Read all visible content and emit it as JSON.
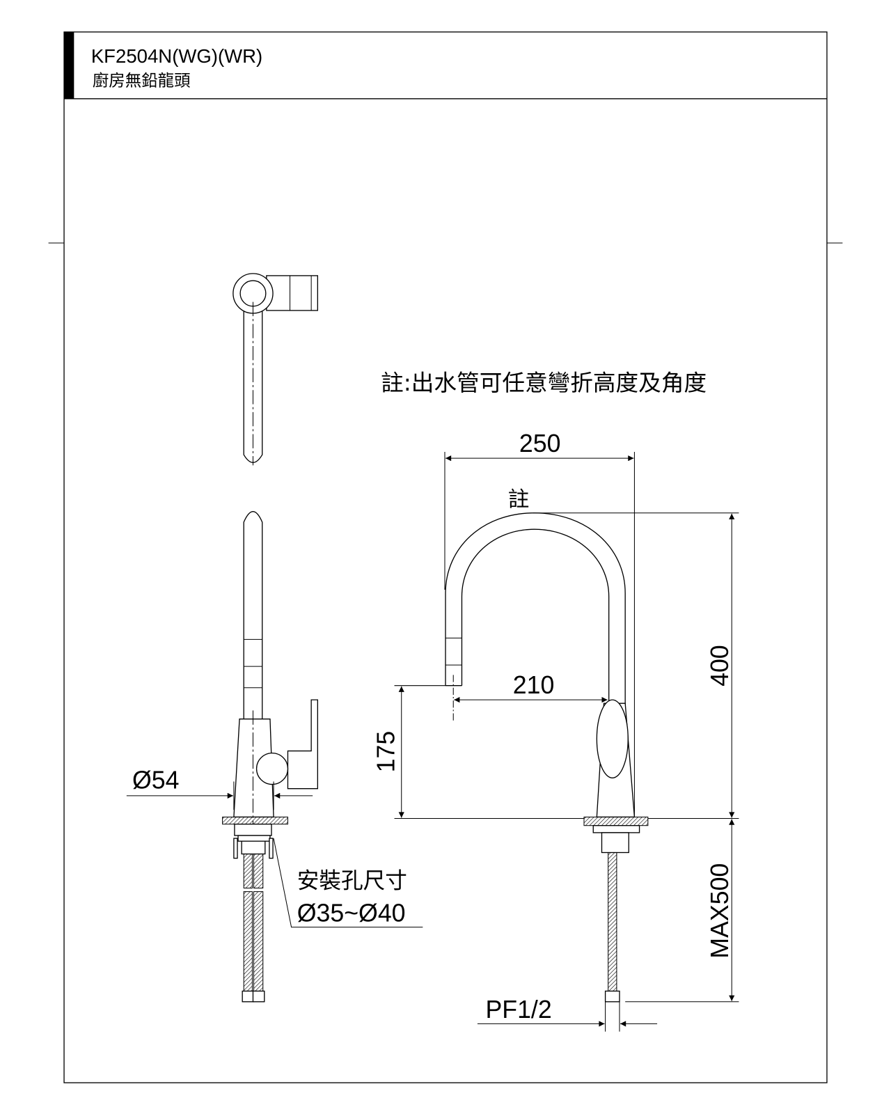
{
  "header": {
    "model": "KF2504N(WG)(WR)",
    "product_name": "廚房無鉛龍頭"
  },
  "notes": {
    "main_note": "註:出水管可任意彎折高度及角度",
    "note_marker": "註",
    "install_hole_label": "安裝孔尺寸",
    "install_hole_size": "Ø35~Ø40"
  },
  "dimensions": {
    "base_diameter": "Ø54",
    "spout_reach": "250",
    "spout_offset": "210",
    "outlet_height": "175",
    "total_height": "400",
    "hose_length": "MAX500",
    "connector_thread": "PF1/2"
  }
}
